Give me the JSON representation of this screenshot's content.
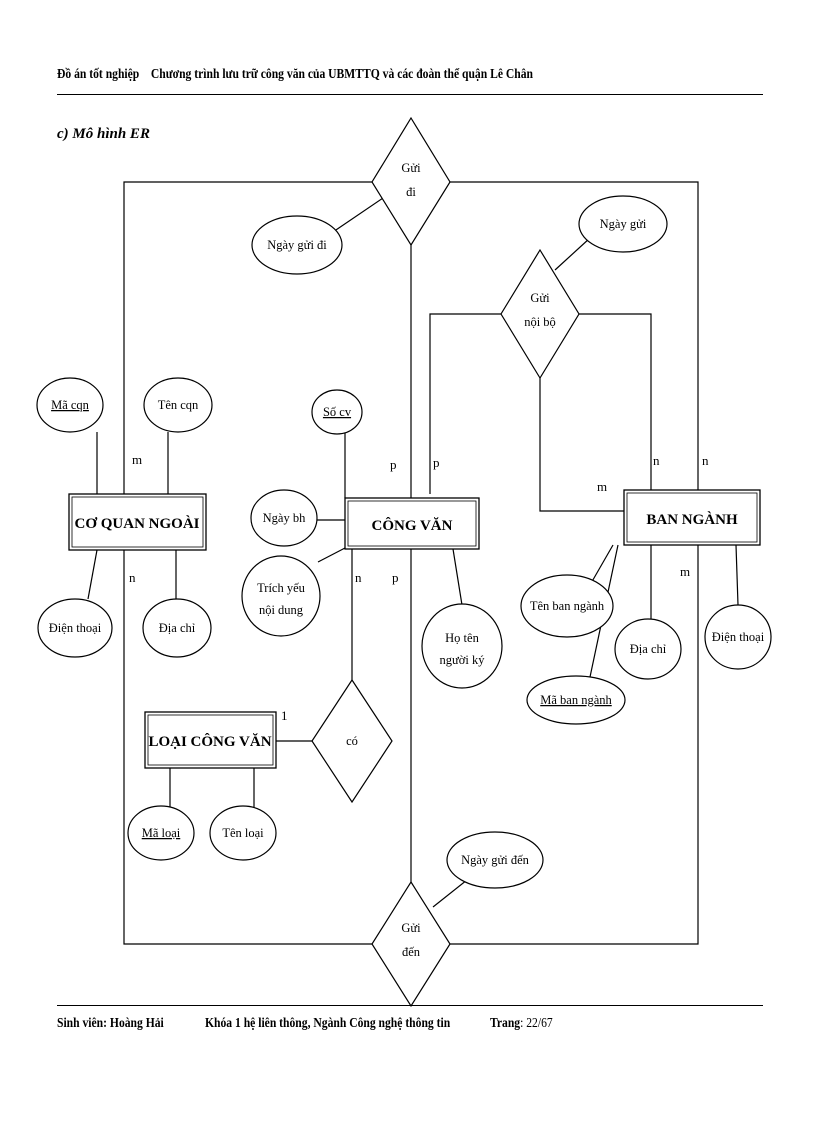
{
  "header": {
    "title": "Đồ án tốt nghiệp",
    "subtitle": "Chương trình lưu trữ công văn của UBMTTQ và các đoàn thể quận Lê Chân"
  },
  "section_title": "c) Mô hình ER",
  "entities": {
    "co_quan_ngoai": "CƠ QUAN NGOÀI",
    "cong_van": "CÔNG VĂN",
    "ban_nganh": "BAN NGÀNH",
    "loai_cong_van": "LOẠI CÔNG VĂN"
  },
  "relationships": {
    "gui_di": [
      "Gửi",
      "đi"
    ],
    "gui_noi_bo": [
      "Gửi",
      "nội bộ"
    ],
    "co": [
      "có"
    ],
    "gui_den": [
      "Gửi",
      "đến"
    ]
  },
  "attributes": {
    "ma_cqn": [
      "Mã cqn"
    ],
    "ten_cqn": [
      "Tên cqn"
    ],
    "dien_thoai_cqn": [
      "Điện thoại"
    ],
    "dia_chi_cqn": [
      "Địa chỉ"
    ],
    "so_cv": [
      "Số cv"
    ],
    "ngay_bh": [
      "Ngày bh"
    ],
    "trich_yeu": [
      "Trích yếu",
      "nội dung"
    ],
    "ho_ten_nguoi_ky": [
      "Họ tên",
      "người ký"
    ],
    "ngay_gui_di": [
      "Ngày gửi đi"
    ],
    "ngay_gui": [
      "Ngày gửi"
    ],
    "ten_ban_nganh": [
      "Tên ban ngành"
    ],
    "dia_chi_bn": [
      "Địa chỉ"
    ],
    "dien_thoai_bn": [
      "Điện thoại"
    ],
    "ma_ban_nganh": [
      "Mã ban ngành"
    ],
    "ma_loai": [
      "Mã loại"
    ],
    "ten_loai": [
      "Tên loại"
    ],
    "ngay_gui_den": [
      "Ngày gửi đến"
    ]
  },
  "cardinalities": {
    "cqn_top": "m",
    "cqn_bottom": "n",
    "cv_top": "p",
    "cv_right_top": "p",
    "cv_loai": "n",
    "cv_bottom": "p",
    "bn_mid": "m",
    "bn_top_left": "n",
    "bn_top_right": "n",
    "bn_bottom": "m",
    "loai_co": "1"
  },
  "footer": {
    "student": "Sinh viên: Hoàng Hải",
    "course": "Khóa 1 hệ liên thông, Ngành Công nghệ thông tin",
    "page_label": "Trang",
    "page_number": ": 22/67"
  }
}
